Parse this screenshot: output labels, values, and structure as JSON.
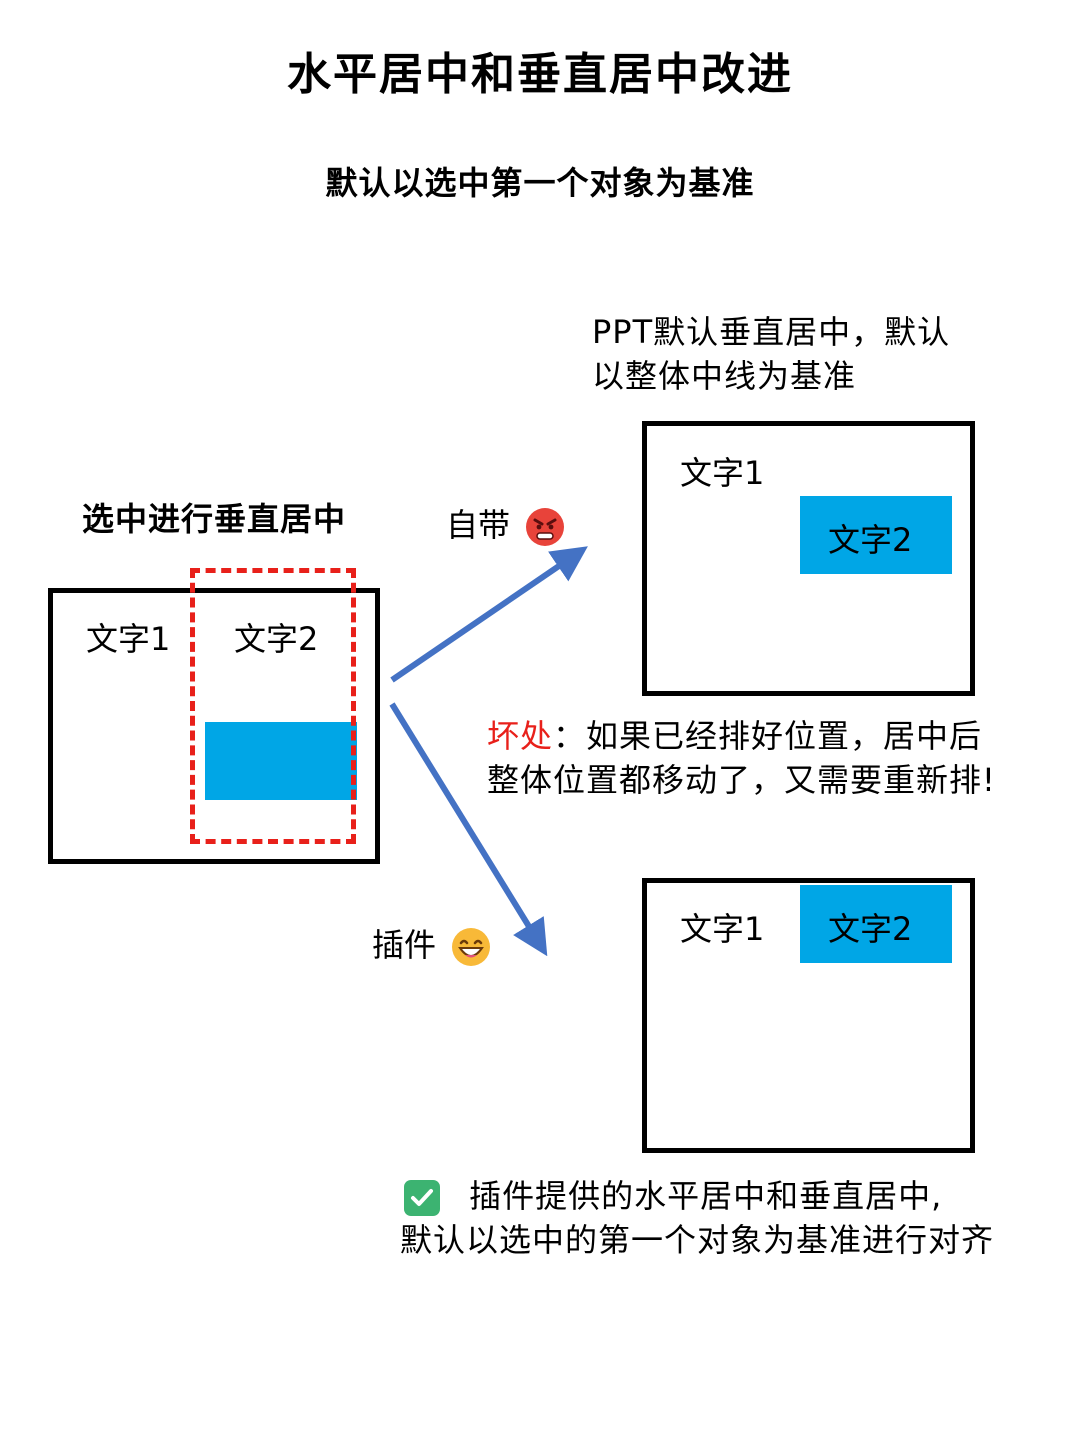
{
  "title": "水平居中和垂直居中改进",
  "subtitle": "默认以选中第一个对象为基准",
  "left": {
    "label": "选中进行垂直居中",
    "text1": "文字1",
    "text2": "文字2"
  },
  "arrows": {
    "top_label": "自带",
    "bottom_label": "插件"
  },
  "top_right": {
    "caption_line1": "PPT默认垂直居中，默认",
    "caption_line2": "以整体中线为基准",
    "text1": "文字1",
    "text2": "文字2"
  },
  "downside": {
    "prefix": "坏处",
    "line1_rest": "：如果已经排好位置，居中后",
    "line2": "整体位置都移动了，又需要重新排!"
  },
  "bottom_right": {
    "text1": "文字1",
    "text2": "文字2"
  },
  "conclusion": {
    "line1": "插件提供的水平居中和垂直居中,",
    "line2": "默认以选中的第一个对象为基准进行对齐"
  },
  "icons": {
    "angry": "angry-face-icon",
    "smile": "grinning-face-icon",
    "check": "check-mark-button-icon"
  },
  "colors": {
    "blue_fill": "#00a6e6",
    "arrow": "#4472c4",
    "dash_red": "#e8201a"
  }
}
